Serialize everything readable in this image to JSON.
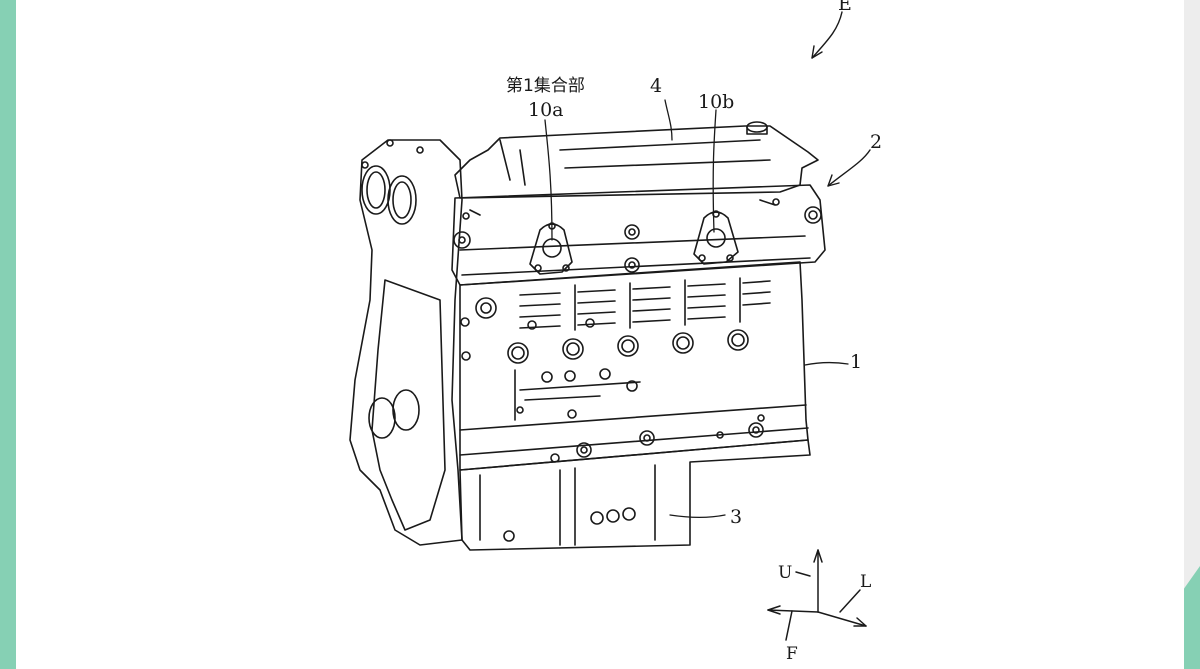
{
  "figure": {
    "labels": {
      "view_arrow": "E",
      "collection_part_jp": "第1集合部",
      "ref_10a": "10a",
      "ref_10b": "10b",
      "ref_4": "4",
      "ref_2": "2",
      "ref_1": "1",
      "ref_3": "3"
    },
    "axes": {
      "up": "U",
      "left": "L",
      "front": "F"
    }
  },
  "colors": {
    "side_accent": "#86d0b4",
    "line": "#1a1a1a",
    "paper": "#ffffff"
  }
}
